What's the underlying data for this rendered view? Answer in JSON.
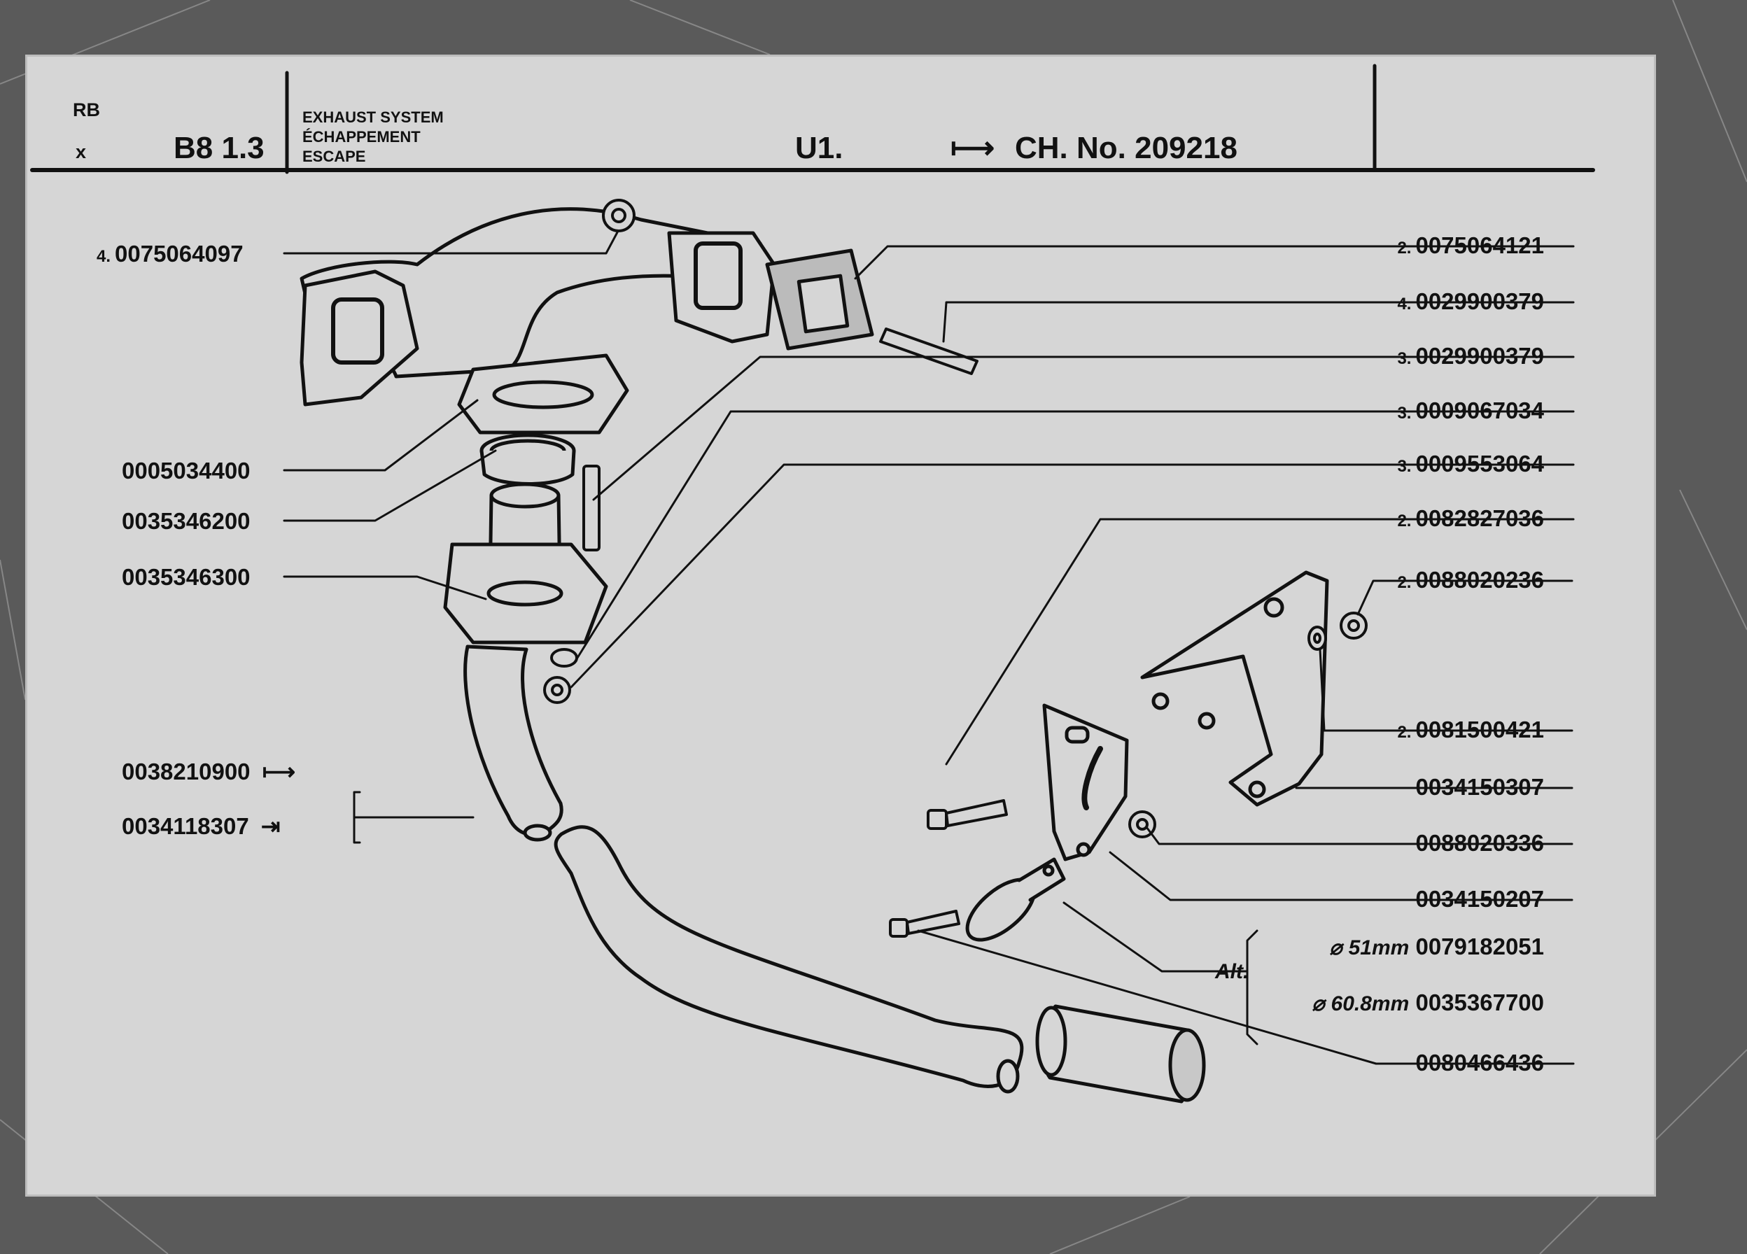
{
  "header": {
    "code_top": "RB",
    "code_bottom": "x",
    "page_code": "B8 1.3",
    "title_en": "EXHAUST SYSTEM",
    "title_fr": "ÉCHAPPEMENT",
    "title_es": "ESCAPE",
    "variant": "U1.",
    "arrow": "⟼",
    "chassis": "CH. No. 209218"
  },
  "parts": [
    {
      "qty": "4.",
      "number": "0075064097"
    },
    {
      "qty": "2.",
      "number": "0075064121"
    },
    {
      "qty": "4.",
      "number": "0029900379"
    },
    {
      "qty": "3.",
      "number": "0029900379"
    },
    {
      "qty": "3.",
      "number": "0009067034"
    },
    {
      "qty": "3.",
      "number": "0009553064"
    },
    {
      "qty": "2.",
      "number": "0082827036"
    },
    {
      "qty": "2.",
      "number": "0088020236"
    },
    {
      "qty": "2.",
      "number": "0081500421"
    },
    {
      "qty": "",
      "number": "0034150307"
    },
    {
      "qty": "",
      "number": "0088020336"
    },
    {
      "qty": "",
      "number": "0034150207"
    },
    {
      "qty": "",
      "number": "0005034400"
    },
    {
      "qty": "",
      "number": "0035346200"
    },
    {
      "qty": "",
      "number": "0035346300"
    },
    {
      "qty": "",
      "number": "0038210900",
      "arrow": "⟼"
    },
    {
      "qty": "",
      "number": "0034118307",
      "arrow": "⇥"
    },
    {
      "qty": "",
      "number": "0080466436"
    }
  ],
  "alternatives": {
    "label": "Alt.",
    "options": [
      {
        "symbol": "⌀",
        "diameter": "51mm",
        "number": "0079182051"
      },
      {
        "symbol": "⌀",
        "diameter": "60.8mm",
        "number": "0035367700"
      }
    ]
  }
}
